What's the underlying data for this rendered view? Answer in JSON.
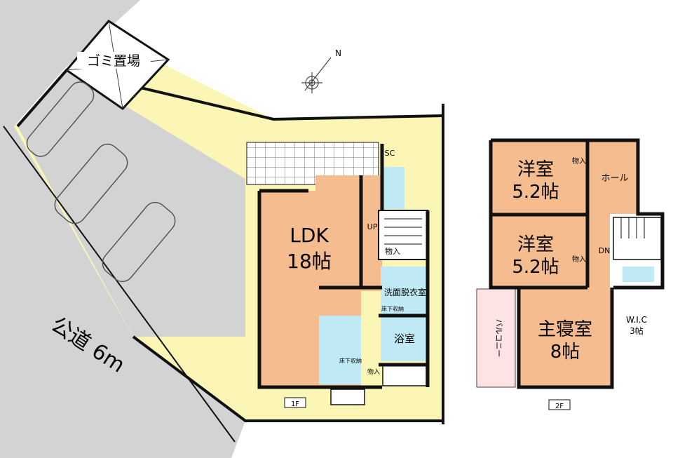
{
  "site": {
    "garbage_area": "ゴミ置場",
    "road_label": "公道 6m",
    "north_mark": "N"
  },
  "floor1": {
    "floor_tag": "1F",
    "ldk_name": "LDK",
    "ldk_size": "18帖",
    "up_label": "UP",
    "sc_label": "SC",
    "storage_label": "物入",
    "washroom_label": "洗面脱衣室",
    "underfloor_label_a": "床下収納",
    "underfloor_label_b": "床下収納",
    "bath_label": "浴室",
    "storage2_label": "物入"
  },
  "floor2": {
    "floor_tag": "2F",
    "room_a_name": "洋室",
    "room_a_size": "5.2帖",
    "room_b_name": "洋室",
    "room_b_size": "5.2帖",
    "master_name": "主寝室",
    "master_size": "8帖",
    "hall_label": "ホール",
    "dn_label": "DN",
    "balcony_label": "バルコニー",
    "wic_label": "W.I.C",
    "wic_size": "3帖",
    "closet_a": "物入",
    "closet_b": "物入"
  },
  "colors": {
    "room": "#f5bd8f",
    "yard": "#fbf6b5",
    "road": "#d3d3d3",
    "wet": "#bfe9f5",
    "balcony": "#fde3e3",
    "wall": "#111111"
  }
}
